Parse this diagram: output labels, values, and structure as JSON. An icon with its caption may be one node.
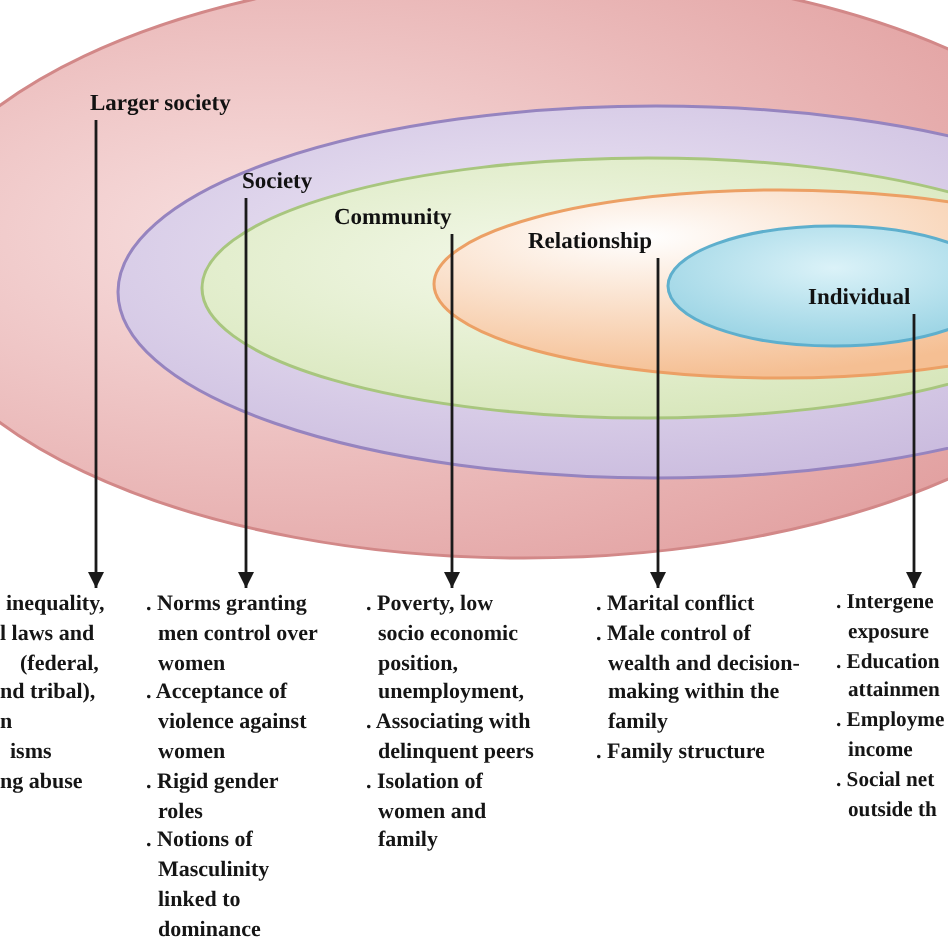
{
  "diagram": {
    "nodes": [
      {
        "text": [
          "Larger society"
        ]
      },
      {
        "text": [
          "Society"
        ],
        "in": 0
      },
      {
        "text": [
          "Community"
        ],
        "in": 1
      },
      {
        "text": [
          "Relationship"
        ],
        "in": 2
      },
      {
        "text": [
          "Individual"
        ],
        "in": 3
      },
      {
        "text": [
          "inequality,",
          "l laws and",
          "(federal,",
          "nd tribal),",
          "n",
          "isms",
          "ng abuse"
        ]
      },
      {
        "text": [
          ". Norms granting men control over women",
          ". Acceptance of violence against women",
          ". Rigid gender roles",
          ". Notions of Masculinity linked to dominance"
        ]
      },
      {
        "text": [
          ". Poverty, low socio economic position, unemployment,",
          ". Associating with delinquent peers",
          ". Isolation of women and family"
        ]
      },
      {
        "text": [
          ". Marital conflict",
          ". Male control of wealth and decision-making within the family",
          ". Family structure"
        ]
      },
      {
        "text": [
          ". Intergene exposure",
          ". Education attainmen",
          ". Employme income",
          ". Social net outside th"
        ]
      }
    ],
    "edges": [
      {
        "from": 0,
        "to": 5,
        "arrow": "to"
      },
      {
        "from": 1,
        "to": 6,
        "arrow": "to"
      },
      {
        "from": 2,
        "to": 7,
        "arrow": "to"
      },
      {
        "from": 3,
        "to": 8,
        "arrow": "to"
      },
      {
        "from": 4,
        "to": 9,
        "arrow": "to"
      }
    ]
  }
}
